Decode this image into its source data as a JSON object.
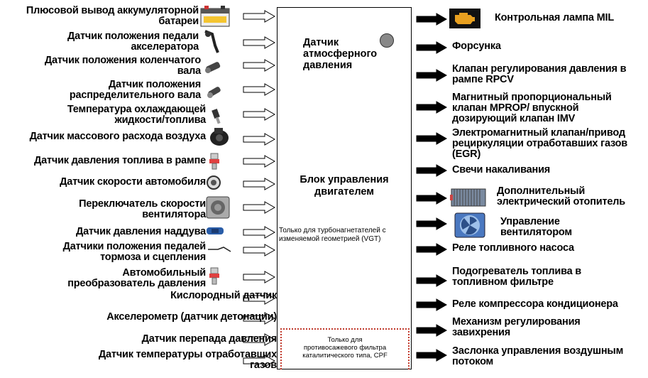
{
  "inputs": [
    {
      "label": "Плюсовой вывод аккумуляторной батареи",
      "lines": [
        "Плюсовой вывод аккумуляторной",
        "батареи"
      ],
      "icon": "battery-icon"
    },
    {
      "label": "Датчик положения педали акселератора",
      "lines": [
        "Датчик положения педали",
        "акселератора"
      ],
      "icon": "pedal-sensor-icon"
    },
    {
      "label": "Датчик положения коленчатого вала",
      "lines": [
        "Датчик положения коленчатого",
        "вала"
      ],
      "icon": "crankshaft-sensor-icon"
    },
    {
      "label": "Датчик положения распределительного вала",
      "lines": [
        "Датчик положения",
        "распределительного вала"
      ],
      "icon": "camshaft-sensor-icon"
    },
    {
      "label": "Температура охлаждающей жидкости/топлива",
      "lines": [
        "Температура охлаждающей",
        "жидкости/топлива"
      ],
      "icon": "temperature-sensor-icon"
    },
    {
      "label": "Датчик массового расхода воздуха",
      "lines": [
        "Датчик массового расхода воздуха"
      ],
      "icon": "maf-sensor-icon"
    },
    {
      "label": "Датчик давления топлива в рампе",
      "lines": [
        "Датчик давления топлива в рампе"
      ],
      "icon": "rail-pressure-sensor-icon"
    },
    {
      "label": "Датчик скорости автомобиля",
      "lines": [
        "Датчик скорости автомобиля"
      ],
      "icon": "speed-sensor-icon"
    },
    {
      "label": "Переключатель скорости вентилятора",
      "lines": [
        "Переключатель скорости",
        "вентилятора"
      ],
      "icon": "fan-switch-icon"
    },
    {
      "label": "Датчик давления наддува",
      "lines": [
        "Датчик давления наддува"
      ],
      "icon": "boost-sensor-icon"
    },
    {
      "label": "Датчики положения педалей тормоза и сцепления",
      "lines": [
        "Датчики положения педалей",
        "тормоза и сцепления"
      ],
      "icon": "pedal-switch-icon"
    },
    {
      "label": "Автомобильный преобразователь давления",
      "lines": [
        "Автомобильный",
        "преобразователь давления"
      ],
      "icon": "pressure-transducer-icon"
    },
    {
      "label": "Кислородный датчик",
      "lines": [
        "Кислородный датчик"
      ],
      "icon": ""
    },
    {
      "label": "Акселерометр (датчик детонации)",
      "lines": [
        "Акселерометр (датчик детонации)"
      ],
      "icon": ""
    },
    {
      "label": "Датчик перепада давления",
      "lines": [
        "Датчик перепада давления"
      ],
      "icon": ""
    },
    {
      "label": "Датчик температуры отработавших газов",
      "lines": [
        "Датчик температуры отработавших",
        "газов"
      ],
      "icon": ""
    }
  ],
  "ecu": {
    "sensor_lines": [
      "Датчик",
      "атмосферного",
      "давления"
    ],
    "title_lines": [
      "Блок управления",
      "двигателем"
    ],
    "vgt_note": "Только для турбонагнетателей с изменяемой геометрией (VGT)",
    "cpf_note_lines": [
      "Только для",
      "противосажевого фильтра",
      "каталитического типа, CPF"
    ]
  },
  "outputs": [
    {
      "lines": [
        "Контрольная лампа MIL"
      ],
      "icon": "check-engine-icon"
    },
    {
      "lines": [
        "Форсунка"
      ],
      "icon": ""
    },
    {
      "lines": [
        "Клапан регулирования давления в",
        "рампе RPCV"
      ],
      "icon": ""
    },
    {
      "lines": [
        "Магнитный пропорциональный",
        "клапан MPROP/ впускной",
        "дозирующий клапан IMV"
      ],
      "icon": ""
    },
    {
      "lines": [
        "Электромагнитный клапан/привод",
        "рециркуляции отработавших газов",
        "(EGR)"
      ],
      "icon": ""
    },
    {
      "lines": [
        "Свечи накаливания"
      ],
      "icon": ""
    },
    {
      "lines": [
        "Дополнительный",
        "электрический отопитель"
      ],
      "icon": "heater-icon"
    },
    {
      "lines": [
        "Управление",
        "вентилятором"
      ],
      "icon": "radiator-fan-icon"
    },
    {
      "lines": [
        "Реле топливного насоса"
      ],
      "icon": ""
    },
    {
      "lines": [
        "Подогреватель топлива в",
        "топливном фильтре"
      ],
      "icon": ""
    },
    {
      "lines": [
        "Реле компрессора кондиционера"
      ],
      "icon": ""
    },
    {
      "lines": [
        "Механизм регулирования",
        "завихрения"
      ],
      "icon": ""
    },
    {
      "lines": [
        "Заслонка управления воздушным",
        "потоком"
      ],
      "icon": ""
    }
  ],
  "colors": {
    "output_arrow": "#000000",
    "input_arrow_fill": "#ffffff",
    "cpf_border": "#c0392b",
    "mil_lamp": "#e8a020"
  }
}
